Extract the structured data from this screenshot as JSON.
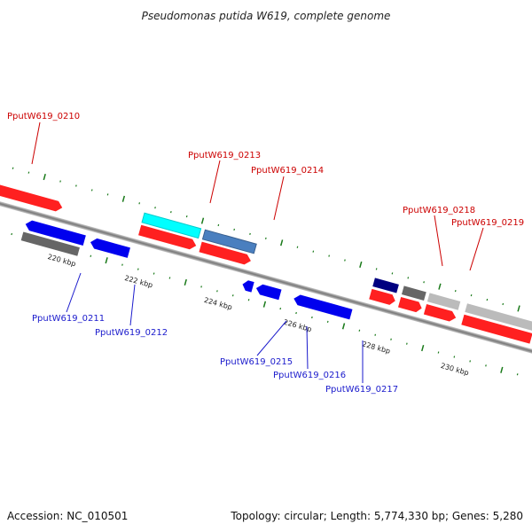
{
  "title": "Pseudomonas putida W619, complete genome",
  "footer": {
    "accession": "Accession: NC_010501",
    "topology": "Topology: circular; Length: 5,774,330 bp; Genes: 5,280"
  },
  "colors": {
    "forward_gene": "#ff0000",
    "reverse_gene": "#0000ee",
    "forward_label": "#cc0000",
    "reverse_label": "#1a1acc",
    "tick": "#1a7a1a",
    "backbone": "#888888"
  },
  "scale_labels": [
    "220 kbp",
    "222 kbp",
    "224 kbp",
    "226 kbp",
    "228 kbp",
    "230 kbp"
  ],
  "forward_genes": [
    {
      "id": "fwd-a",
      "label": "",
      "color": "#ff2020"
    },
    {
      "id": "fwd-0213",
      "label": "PputW619_0213",
      "color": "#00ffff"
    },
    {
      "id": "fwd-0213b",
      "label": "",
      "color": "#ff2020"
    },
    {
      "id": "fwd-0214",
      "label": "PputW619_0214",
      "color": "#4a7fbf"
    },
    {
      "id": "fwd-0214b",
      "label": "",
      "color": "#ff2020"
    },
    {
      "id": "fwd-0218",
      "label": "PputW619_0218",
      "color": "#000080"
    },
    {
      "id": "fwd-0218b",
      "label": "",
      "color": "#ff2020"
    },
    {
      "id": "fwd-0219",
      "label": "PputW619_0219",
      "color": "#666666"
    },
    {
      "id": "fwd-0219b",
      "label": "",
      "color": "#ff2020"
    },
    {
      "id": "fwd-grey2",
      "label": "",
      "color": "#bbbbbb"
    },
    {
      "id": "fwd-red3",
      "label": "",
      "color": "#ff2020"
    },
    {
      "id": "fwd-grey3",
      "label": "",
      "color": "#bbbbbb"
    },
    {
      "id": "fwd-red4",
      "label": "",
      "color": "#ff2020"
    }
  ],
  "labels_top": [
    {
      "text": "PputW619_0210"
    },
    {
      "text": "PputW619_0213"
    },
    {
      "text": "PputW619_0214"
    },
    {
      "text": "PputW619_0218"
    },
    {
      "text": "PputW619_0219"
    }
  ],
  "labels_bottom": [
    {
      "text": "PputW619_0211"
    },
    {
      "text": "PputW619_0212"
    },
    {
      "text": "PputW619_0215"
    },
    {
      "text": "PputW619_0216"
    },
    {
      "text": "PputW619_0217"
    }
  ]
}
